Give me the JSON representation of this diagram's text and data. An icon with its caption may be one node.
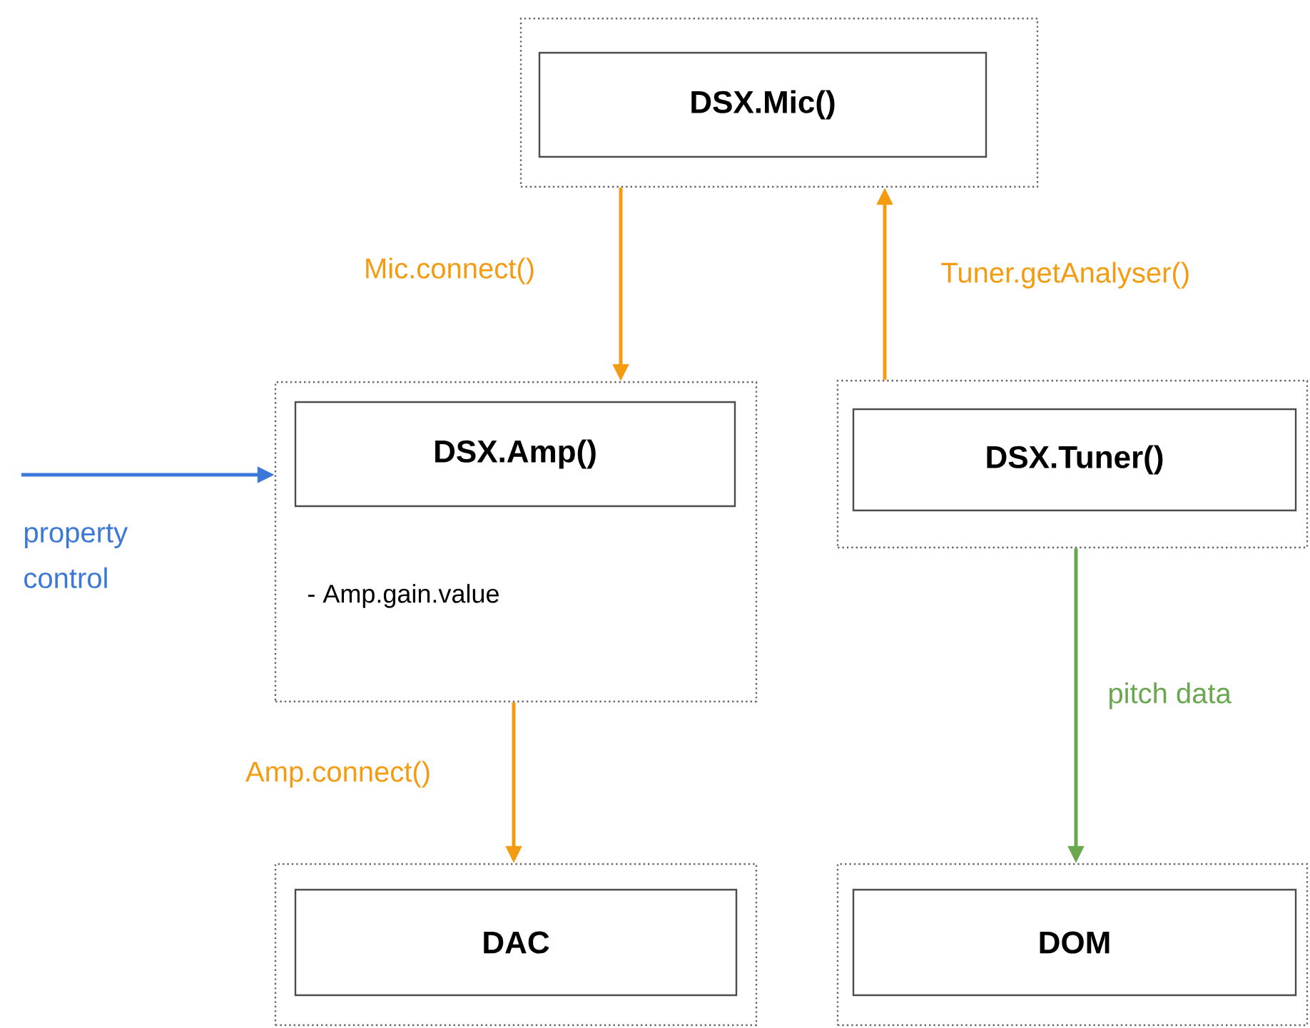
{
  "diagram": {
    "nodes": [
      {
        "text": [],
        "shape": "box"
      },
      {
        "text": [
          "DSX.Mic()"
        ],
        "in": 0
      },
      {
        "text": [
          "- Amp.gain.value"
        ]
      },
      {
        "text": [
          "DSX.Amp()"
        ],
        "in": 2
      },
      {
        "text": [],
        "shape": "box"
      },
      {
        "text": [
          "DSX.Tuner()"
        ],
        "in": 4
      },
      {
        "text": [],
        "shape": "box"
      },
      {
        "text": [
          "DAC"
        ],
        "in": 6
      },
      {
        "text": [],
        "shape": "box"
      },
      {
        "text": [
          "DOM"
        ],
        "in": 8
      }
    ],
    "edges": [
      {
        "from": 0,
        "to": 2,
        "arrow": "to",
        "label": "Mic.connect()",
        "color": "#f39c12"
      },
      {
        "from": 4,
        "to": 0,
        "arrow": "to",
        "label": "Tuner.getAnalyser()",
        "color": "#f39c12"
      },
      {
        "from": 2,
        "to": 6,
        "arrow": "to",
        "label": "Amp.connect()",
        "color": "#f39c12"
      },
      {
        "from": 4,
        "to": 8,
        "arrow": "to",
        "label": "pitch data",
        "color": "#6aa84f"
      },
      {
        "from": null,
        "to": 2,
        "arrow": "to",
        "label": "property control",
        "color": "#3c78d8"
      }
    ]
  }
}
